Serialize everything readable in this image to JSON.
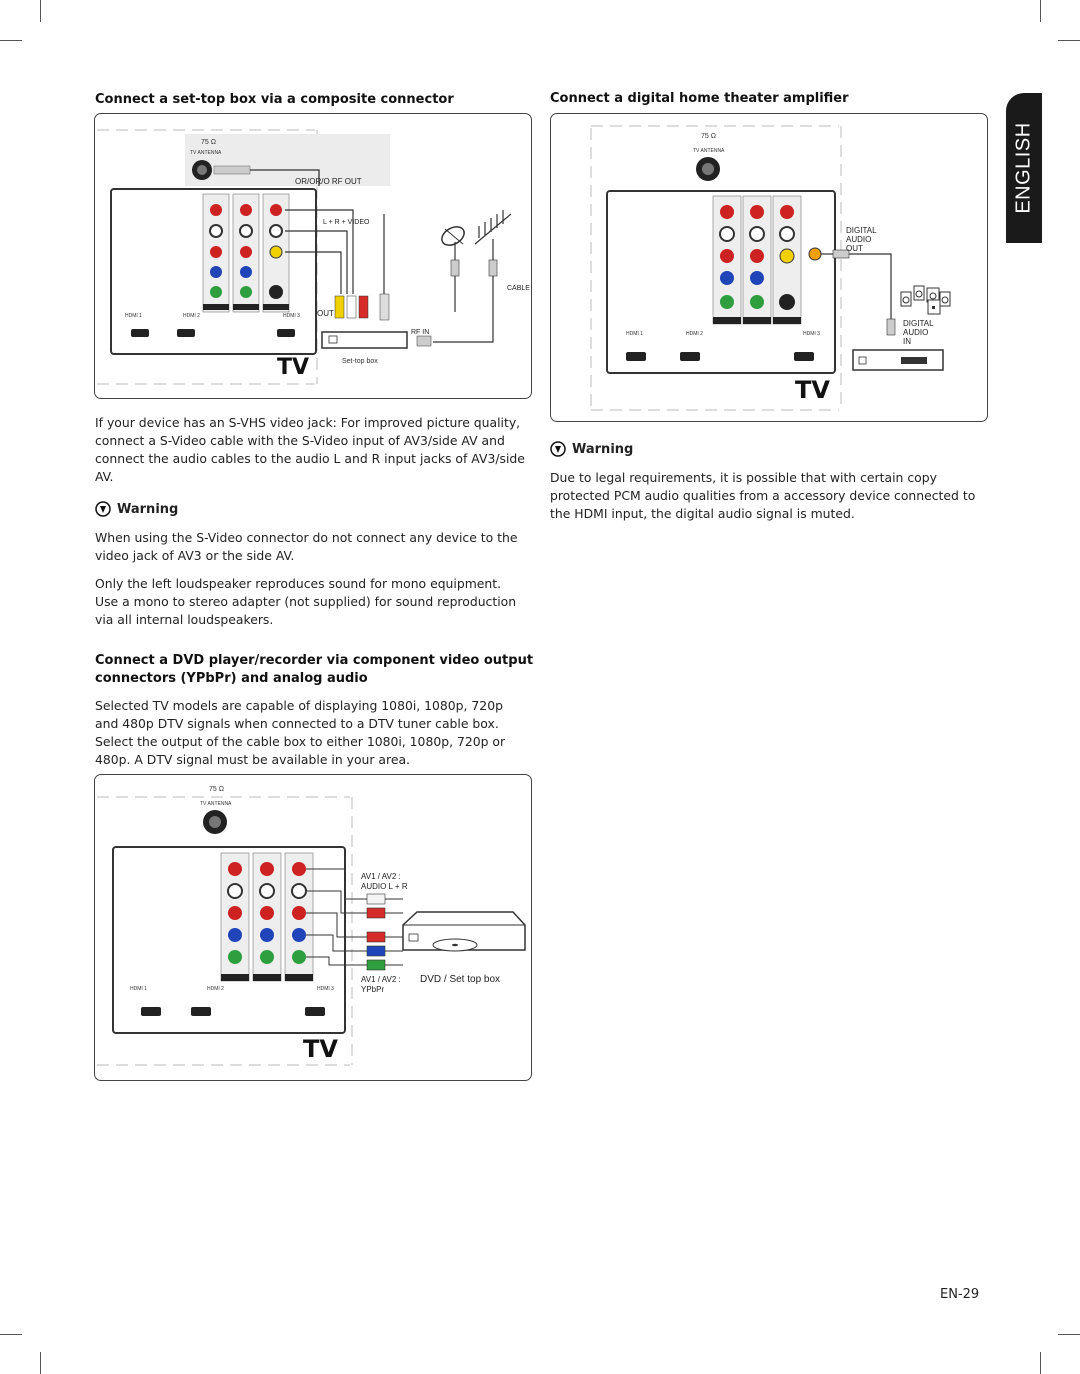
{
  "language_tab": "ENGLISH",
  "page_number": "EN-29",
  "section1": {
    "title": "Connect a set-top box via a composite connector",
    "diagram": {
      "ohm": "75 Ω",
      "antenna": "TV ANTENNA",
      "rf_out": "OR/OR/O RF OUT",
      "lrvideo": "L + R + VIDEO",
      "out": "OUT",
      "cable": "CABLE",
      "rf_in": "RF IN",
      "settop": "Set-top box",
      "tv": "TV",
      "hdmi1": "HDMI 1",
      "hdmi2": "HDMI 2",
      "hdmi3": "HDMI 3"
    },
    "para": "If your device has an S-VHS video jack: For improved picture quality, connect a S-Video cable with the S-Video input of AV3/side AV and connect the audio cables to the audio L and R input jacks of AV3/side AV.",
    "warning_label": "Warning",
    "warning_text": "When using the S-Video connector do not connect any device to the video jack of AV3 or the side AV.",
    "mono_text": "Only the left loudspeaker reproduces sound for mono equipment. Use a mono to stereo adapter (not supplied) for sound reproduction via all internal loudspeakers."
  },
  "section2": {
    "title_line1": "Connect a DVD player/recorder via component video output",
    "title_line2": "connectors (YPbPr) and analog audio",
    "para": "Selected TV models are capable of displaying 1080i, 1080p, 720p and 480p DTV signals when connected to a DTV tuner cable box. Select the output of the cable box to either 1080i, 1080p, 720p or 480p. A DTV signal must be available in your area.",
    "diagram": {
      "ohm": "75 Ω",
      "antenna": "TV ANTENNA",
      "av_audio_1": "AV1 / AV2 :",
      "av_audio_2": "AUDIO L + R",
      "av_ypbpr_1": "AV1 / AV2 :",
      "av_ypbpr_2": "YPbPr",
      "device": "DVD / Set top box",
      "tv": "TV",
      "hdmi1": "HDMI 1",
      "hdmi2": "HDMI 2",
      "hdmi3": "HDMI 3"
    }
  },
  "section3": {
    "title": "Connect a digital home theater amplifier",
    "diagram": {
      "ohm": "75 Ω",
      "antenna": "TV ANTENNA",
      "dout_1": "DIGITAL",
      "dout_2": "AUDIO",
      "dout_3": "OUT",
      "din_1": "DIGITAL",
      "din_2": "AUDIO",
      "din_3": "IN",
      "tv": "TV",
      "hdmi1": "HDMI 1",
      "hdmi2": "HDMI 2",
      "hdmi3": "HDMI 3"
    },
    "warning_label": "Warning",
    "warning_text": "Due to legal requirements, it is possible that with certain copy protected PCM audio qualities from a accessory device connected to the HDMI input, the digital audio signal is muted."
  },
  "colors": {
    "red": "#d62b2b",
    "white": "#f4f4f4",
    "yellow": "#f0d000",
    "green": "#2e9e3e",
    "blue": "#1f45b8",
    "dark": "#1a1a1a"
  }
}
